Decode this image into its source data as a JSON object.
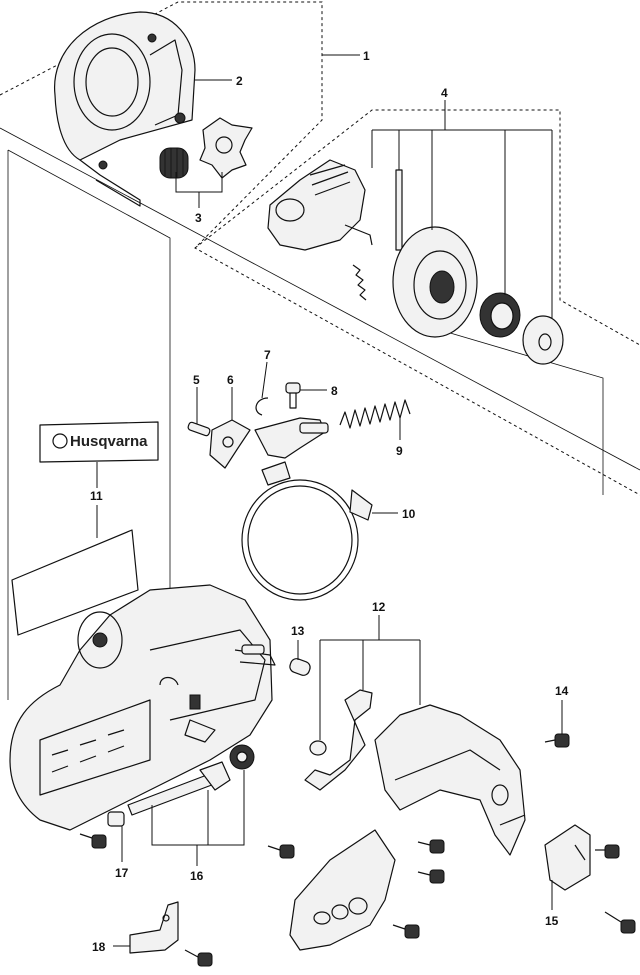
{
  "brand": {
    "logo_text": "Husqvarna"
  },
  "callouts": [
    {
      "id": "1",
      "label": "1"
    },
    {
      "id": "2",
      "label": "2"
    },
    {
      "id": "3",
      "label": "3"
    },
    {
      "id": "4",
      "label": "4"
    },
    {
      "id": "5",
      "label": "5"
    },
    {
      "id": "6",
      "label": "6"
    },
    {
      "id": "7",
      "label": "7"
    },
    {
      "id": "8",
      "label": "8"
    },
    {
      "id": "9",
      "label": "9"
    },
    {
      "id": "10",
      "label": "10"
    },
    {
      "id": "11",
      "label": "11"
    },
    {
      "id": "12",
      "label": "12"
    },
    {
      "id": "13",
      "label": "13"
    },
    {
      "id": "14",
      "label": "14"
    },
    {
      "id": "15",
      "label": "15"
    },
    {
      "id": "16",
      "label": "16"
    },
    {
      "id": "17",
      "label": "17"
    },
    {
      "id": "18",
      "label": "18"
    }
  ]
}
